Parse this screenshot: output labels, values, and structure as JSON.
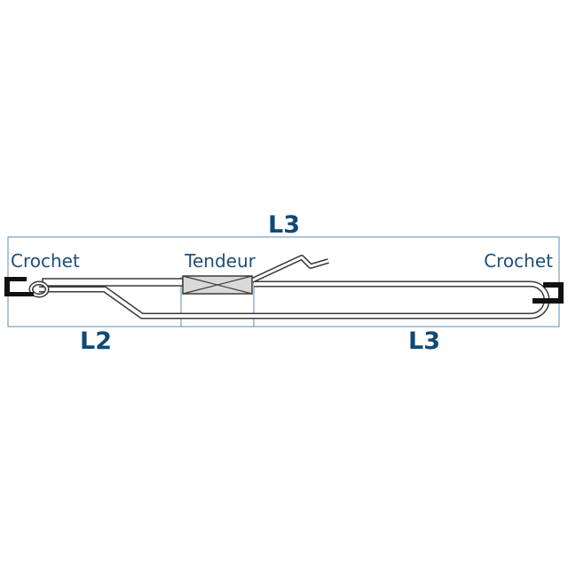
{
  "labels": {
    "dim_top": "L3",
    "dim_left": "L2",
    "dim_right": "L3",
    "hook_left": "Crochet",
    "tensioner": "Tendeur",
    "hook_right": "Crochet"
  },
  "colors": {
    "accent": "#0f4a75",
    "frame": "#5c8fb3",
    "label_text": "#1d4f7a",
    "cable": "#3a3a3a",
    "cable_fill": "#ffffff",
    "hook": "#111111",
    "tensioner_fill": "#d9d9d9"
  }
}
